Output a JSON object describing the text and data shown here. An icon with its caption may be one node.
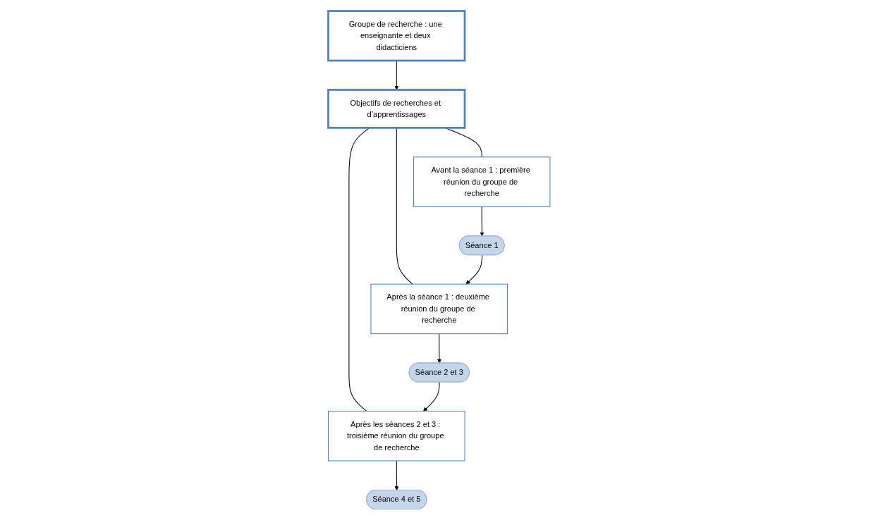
{
  "diagram": {
    "nodes": [
      {
        "text": [
          "Groupe de recherche : une enseignante et deux didacticiens"
        ]
      },
      {
        "text": [
          "Objectifs de recherches et d’apprentissages"
        ]
      },
      {
        "text": [
          "Avant la séance 1 : première réunion du groupe de recherche"
        ]
      },
      {
        "text": [
          "Après la séance 1 : deuxième réunion du groupe de recherche"
        ]
      },
      {
        "text": [
          "Après les séances 2 et 3 : troisième réunion du groupe de recherche"
        ]
      },
      {
        "text": [
          "Séance 1"
        ]
      },
      {
        "text": [
          "Séance 2 et 3"
        ]
      },
      {
        "text": [
          "Séance 4 et 5"
        ]
      }
    ],
    "edges": [
      {
        "from": 0,
        "to": 1,
        "arrow": "to"
      },
      {
        "from": 1,
        "to": 2,
        "arrow": "none"
      },
      {
        "from": 1,
        "to": 3,
        "arrow": "none"
      },
      {
        "from": 1,
        "to": 4,
        "arrow": "none"
      },
      {
        "from": 2,
        "to": 5,
        "arrow": "to"
      },
      {
        "from": 5,
        "to": 3,
        "arrow": "to"
      },
      {
        "from": 3,
        "to": 6,
        "arrow": "to"
      },
      {
        "from": 6,
        "to": 4,
        "arrow": "to"
      },
      {
        "from": 4,
        "to": 7,
        "arrow": "to"
      }
    ]
  }
}
